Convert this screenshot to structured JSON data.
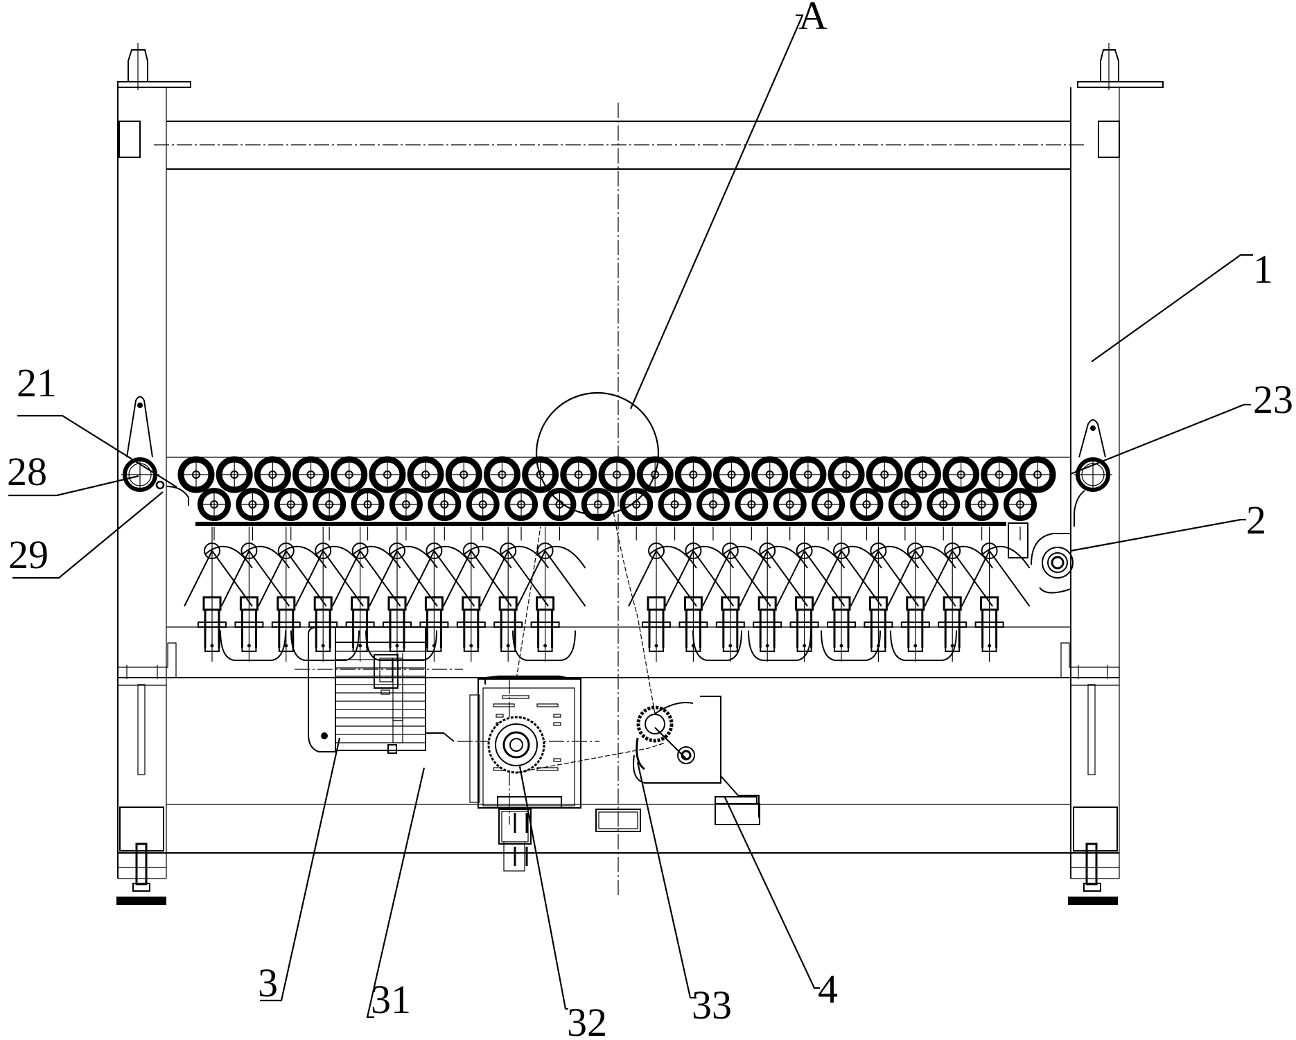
{
  "figure": {
    "type": "mechanical-front-view",
    "description": "Roller conveyor machine assembly, front elevation"
  },
  "labels": [
    {
      "id": "A",
      "text": "A",
      "target": "detail-circle-A"
    },
    {
      "id": "1",
      "text": "1",
      "target": "frame"
    },
    {
      "id": "2",
      "text": "2",
      "target": "roller-assembly"
    },
    {
      "id": "3",
      "text": "3",
      "target": "motor"
    },
    {
      "id": "4",
      "text": "4",
      "target": "tensioner-bracket"
    },
    {
      "id": "21",
      "text": "21",
      "target": "upper-roller-row"
    },
    {
      "id": "23",
      "text": "23",
      "target": "end-roller-right"
    },
    {
      "id": "28",
      "text": "28",
      "target": "end-sprocket-left"
    },
    {
      "id": "29",
      "text": "29",
      "target": "idler-pin"
    },
    {
      "id": "31",
      "text": "31",
      "target": "gearbox"
    },
    {
      "id": "32",
      "text": "32",
      "target": "drive-sprocket"
    },
    {
      "id": "33",
      "text": "33",
      "target": "drive-chain"
    }
  ],
  "components": {
    "upper_roller_count": 23,
    "lower_roller_count": 22,
    "left_linkage_units": 10,
    "right_linkage_units": 10
  }
}
